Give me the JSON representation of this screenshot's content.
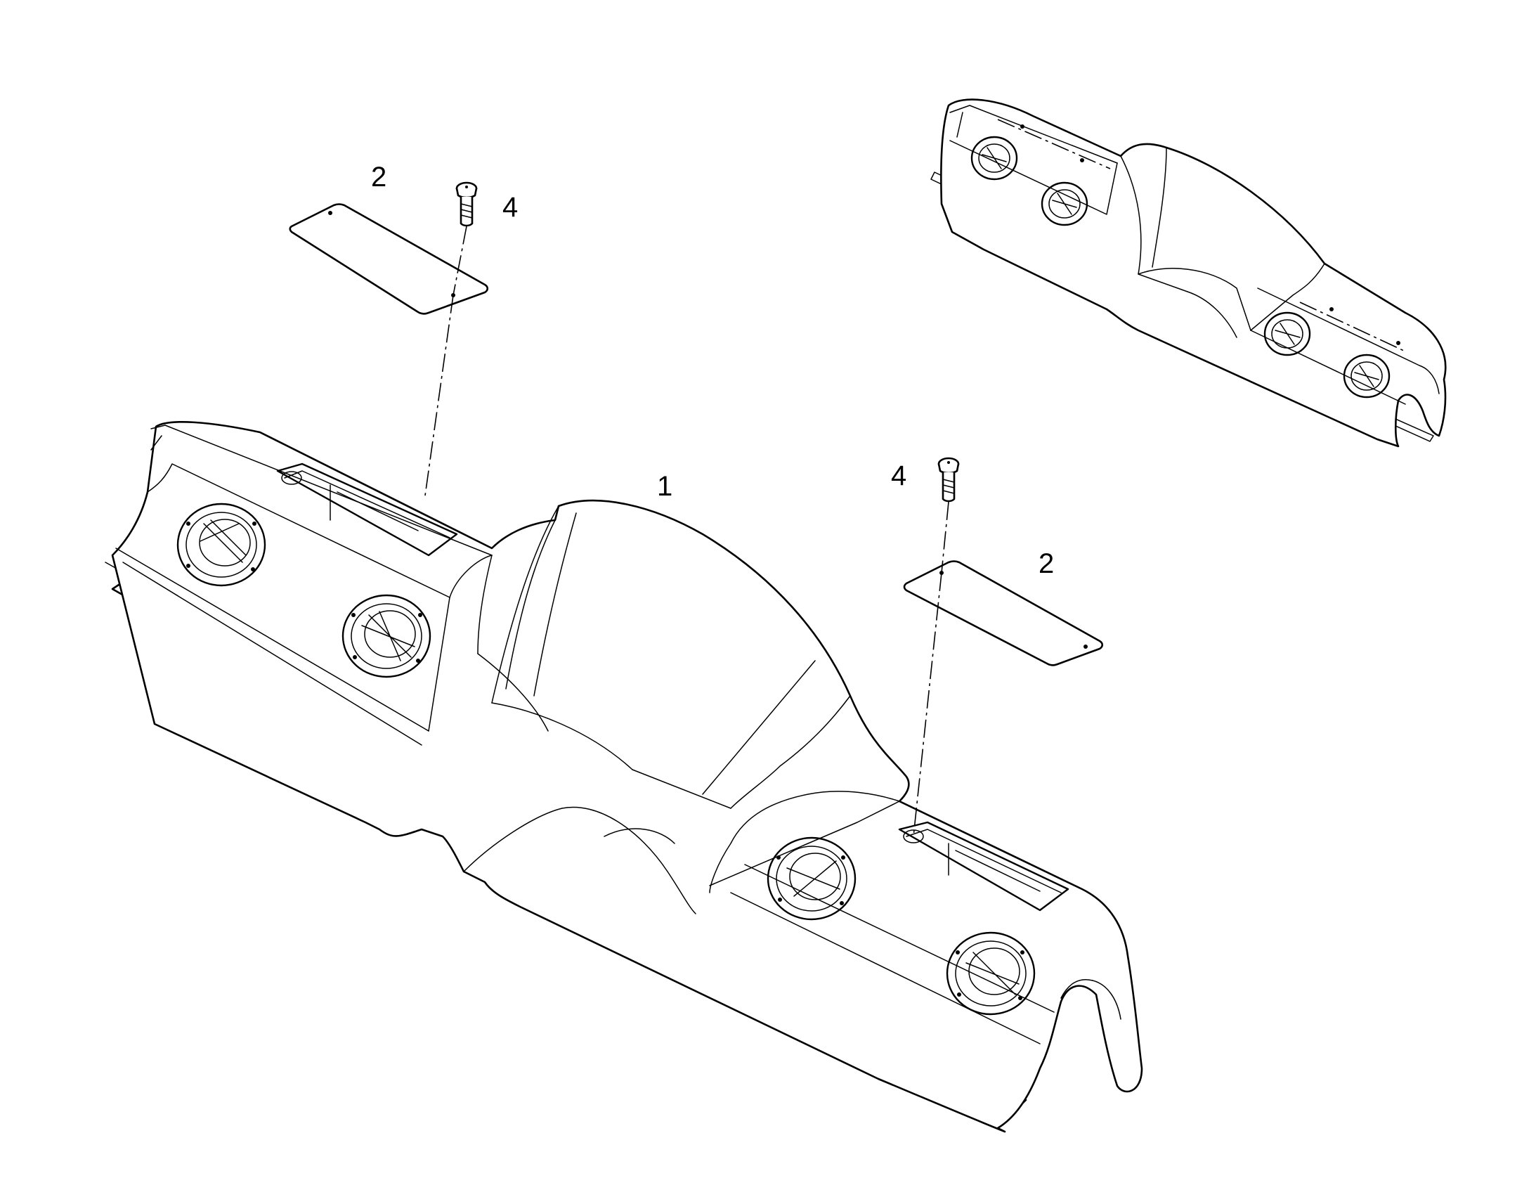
{
  "callouts": {
    "main_assembly": "1",
    "cover_left": "2",
    "cover_right": "2",
    "screw_left": "4",
    "screw_right": "4"
  },
  "parts": [
    {
      "ref": "1",
      "icon": "dashboard-console-panel-icon"
    },
    {
      "ref": "2",
      "icon": "cover-plate-icon"
    },
    {
      "ref": "4",
      "icon": "screw-icon"
    }
  ],
  "colors": {
    "line": "#000000",
    "background": "#ffffff"
  }
}
